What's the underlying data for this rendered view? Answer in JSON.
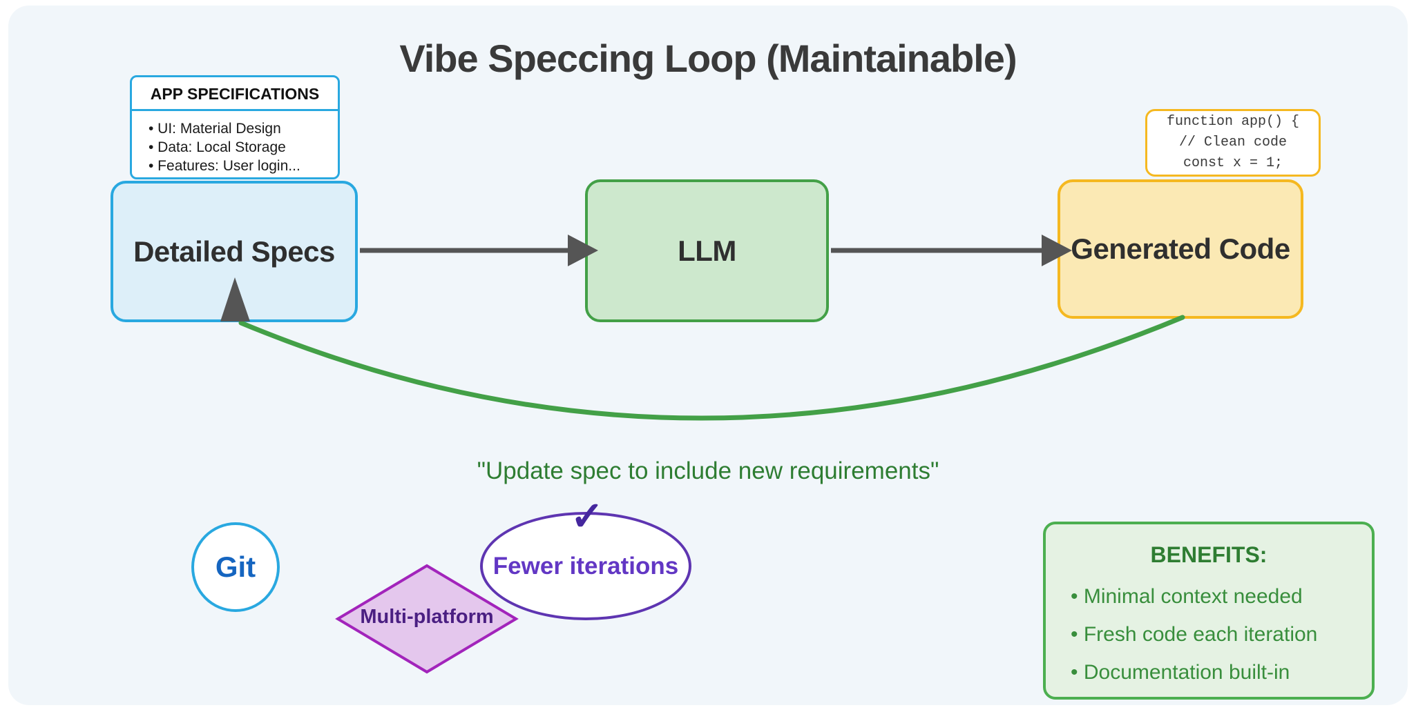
{
  "title": "Vibe Speccing Loop (Maintainable)",
  "spec_note": {
    "heading": "APP SPECIFICATIONS",
    "items": [
      "• UI: Material Design",
      "• Data: Local Storage",
      "• Features: User login..."
    ]
  },
  "nodes": {
    "detailed_specs": {
      "label": "Detailed Specs"
    },
    "llm": {
      "label": "LLM"
    },
    "generated_code": {
      "label": "Generated Code"
    }
  },
  "code_note": {
    "lines": [
      "function app() {",
      "// Clean code",
      "const x = 1;"
    ]
  },
  "loop": {
    "label": "\"Update spec to include new requirements\""
  },
  "badges": {
    "git": {
      "label": "Git"
    },
    "multi_platform": {
      "label": "Multi-platform"
    },
    "fewer_iterations": {
      "label": "Fewer iterations",
      "check_icon": "✓"
    }
  },
  "benefits": {
    "heading": "BENEFITS:",
    "items": [
      "• Minimal context needed",
      "• Fresh code each iteration",
      "• Documentation built-in"
    ]
  },
  "colors": {
    "canvas_bg": "#F1F6FA",
    "blue_border": "#29A8E0",
    "blue_fill": "#DDEFF9",
    "green_border": "#43A047",
    "green_fill": "#CDE8CD",
    "amber_border": "#F5B820",
    "amber_fill": "#FBE9B4",
    "arrow_gray": "#555555",
    "loop_green": "#43A047",
    "loop_text_green": "#2E7D32",
    "git_text_blue": "#1565C0",
    "purple_border": "#5E35B1",
    "purple_text": "#6237C4",
    "check_purple": "#45279E",
    "magenta_border": "#A224BB",
    "magenta_fill": "#E4C7ED",
    "diamond_text": "#4A1F82",
    "benefits_fill": "#E5F2E3",
    "benefits_border": "#4CAF50",
    "benefits_text": "#388E3C",
    "title_color": "#3A3A3A"
  }
}
